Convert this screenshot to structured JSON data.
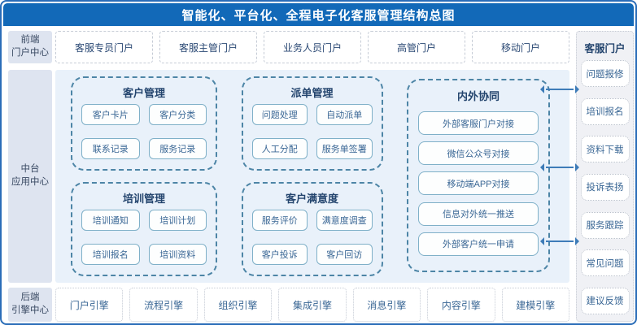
{
  "title": "智能化、平台化、全程电子化客服管理结构总图",
  "left_rail": [
    {
      "label": "前端\n门户中心"
    },
    {
      "label": "中台\n应用中心"
    },
    {
      "label": "后端\n引擎中心"
    }
  ],
  "portals": [
    "客服专员门户",
    "客服主管门户",
    "业务人员门户",
    "高管门户",
    "移动门户"
  ],
  "modules": [
    {
      "title": "客户管理",
      "items": [
        "客户卡片",
        "客户分类",
        "联系记录",
        "服务记录"
      ]
    },
    {
      "title": "派单管理",
      "items": [
        "问题处理",
        "自动派单",
        "人工分配",
        "服务单签署"
      ]
    },
    {
      "title": "内外协同",
      "items": [
        "外部客服门户对接",
        "微信公众号对接",
        "移动端APP对接",
        "信息对外统一推送",
        "外部客户统一申请"
      ]
    },
    {
      "title": "培训管理",
      "items": [
        "培训通知",
        "培训计划",
        "培训报名",
        "培训资料"
      ]
    },
    {
      "title": "客户满意度",
      "items": [
        "服务评价",
        "满意度调查",
        "客户投诉",
        "客户回访"
      ]
    }
  ],
  "right_rail": {
    "title": "客服门户",
    "items": [
      "问题报修",
      "培训报名",
      "资料下载",
      "投诉表扬",
      "服务跟踪",
      "常见问题",
      "建议反馈"
    ]
  },
  "engines": [
    "门户引擎",
    "流程引擎",
    "组织引擎",
    "集成引擎",
    "消息引擎",
    "内容引擎",
    "建模引擎"
  ],
  "colors": {
    "header_blue": "#1269b8",
    "frame_border_blue": "#2a6db8",
    "panel_blue": "#e9f1fa",
    "rail_grey_blue": "#dee4f0",
    "group_border_teal": "#4d85a6",
    "leaf_border_teal": "#7fb0c8",
    "text_navy": "#24456e",
    "text_blue": "#3a6795",
    "arrow_blue": "#3e7cb8"
  }
}
